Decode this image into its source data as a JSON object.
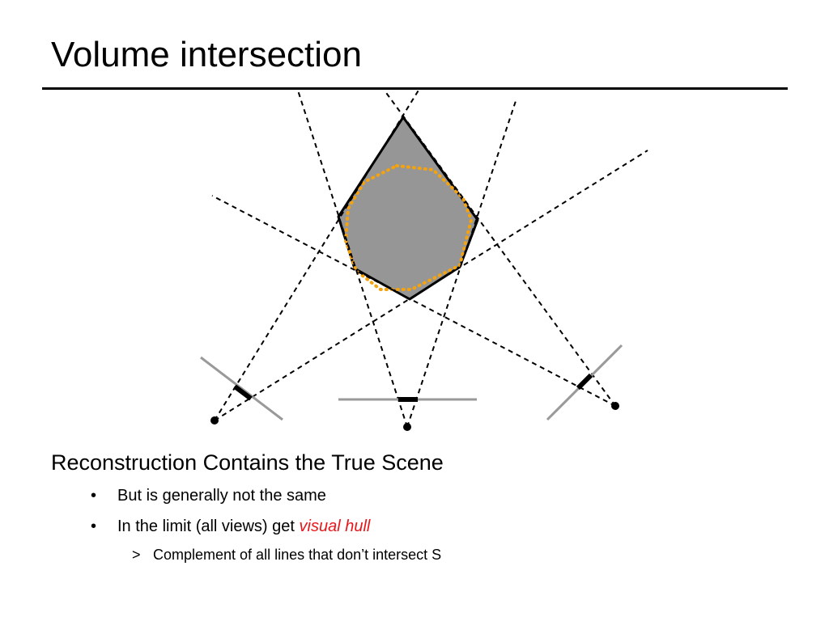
{
  "slide": {
    "title": "Volume intersection"
  },
  "content": {
    "heading": "Reconstruction Contains the True Scene",
    "bullets": [
      {
        "marker": "•",
        "text": "But is generally not the same"
      },
      {
        "marker": "•",
        "text_prefix": "In the limit (all views) get ",
        "emphasis": "visual hull"
      }
    ],
    "sub_bullet": {
      "marker": ">",
      "text": "Complement of all lines that don’t intersect S"
    }
  },
  "colors": {
    "emphasis": "#e8161b",
    "hull_fill": "#969696",
    "true_scene_outline": "#f5a20f",
    "image_plane": "#999999",
    "line": "#000000"
  }
}
